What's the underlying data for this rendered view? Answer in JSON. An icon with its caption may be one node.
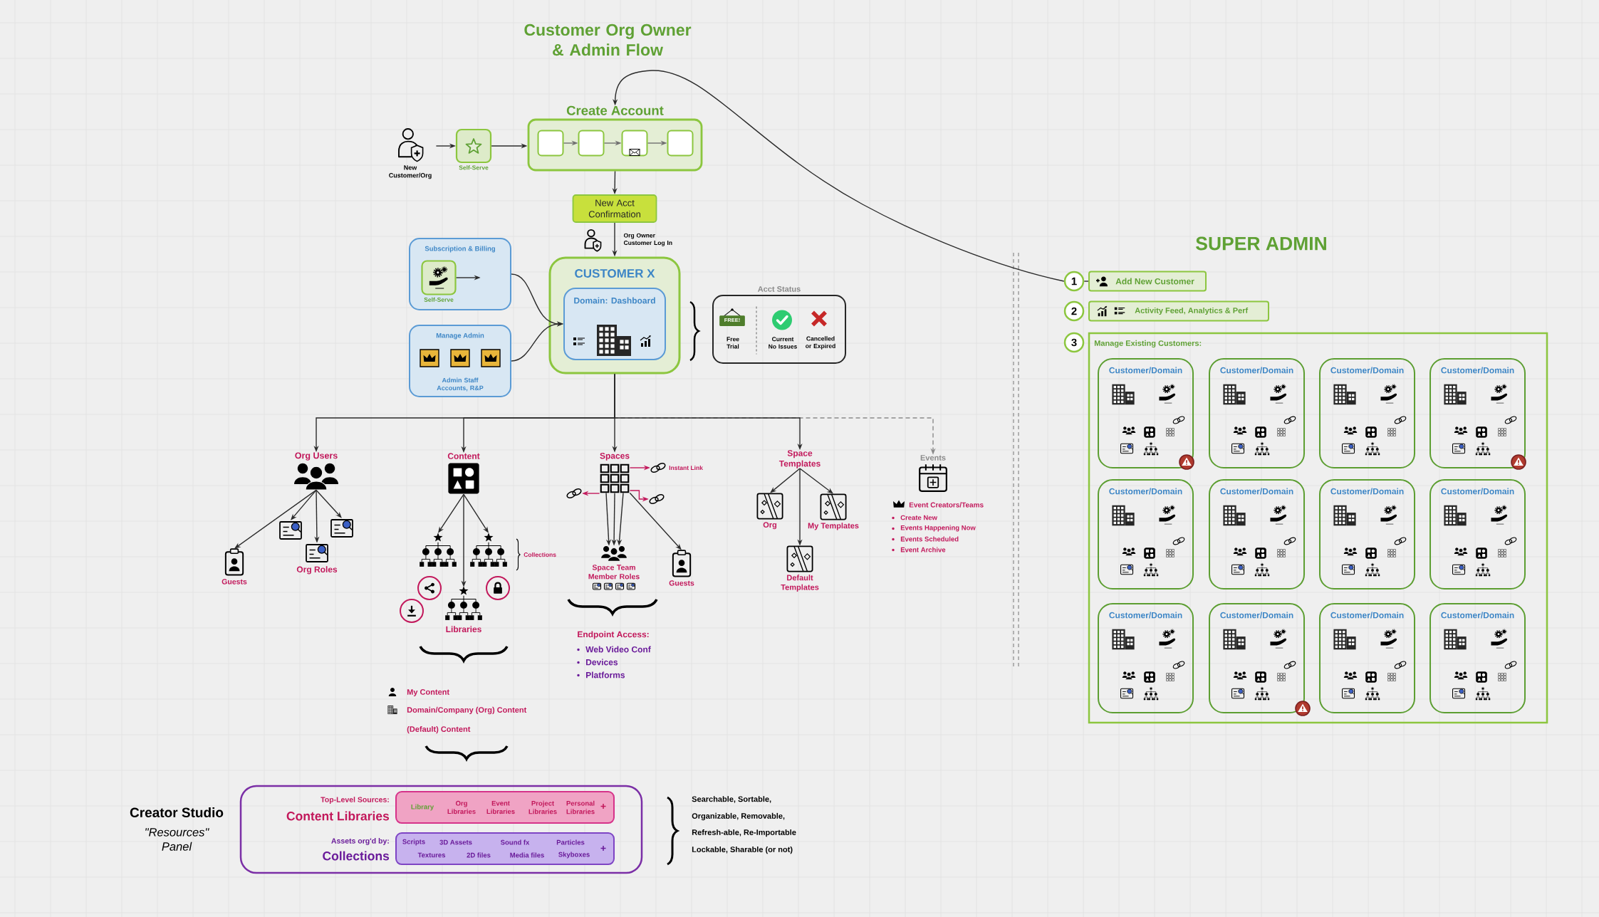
{
  "diagram": {
    "title": "Customer Org Owner & Admin Flow",
    "nodes": [
      {
        "text": [
          "New Customer/Org"
        ]
      },
      {
        "text": [
          "Self-Serve"
        ]
      },
      {
        "text": [
          "Create Account"
        ]
      },
      {
        "text": [],
        "shape": "box",
        "in": 2
      },
      {
        "text": [],
        "shape": "box",
        "in": 2
      },
      {
        "text": [],
        "shape": "box",
        "in": 2
      },
      {
        "text": [],
        "shape": "box",
        "in": 2
      },
      {
        "text": [
          "New Acct Confirmation"
        ]
      },
      {
        "text": [
          "CUSTOMER X"
        ]
      },
      {
        "text": [
          "Domain: Dashboard"
        ],
        "in": 8
      },
      {
        "text": [
          "Subscription & Billing"
        ]
      },
      {
        "text": [
          "Self-Serve"
        ],
        "in": 10
      },
      {
        "text": [
          "Manage Admin",
          "Admin Staff Accounts, R&P"
        ]
      },
      {
        "text": [
          "Acct Status",
          "Free Trial",
          "Current No Issues",
          "Cancelled or Expired"
        ]
      },
      {
        "text": [
          "Org Users"
        ]
      },
      {
        "text": [
          "Guests"
        ]
      },
      {
        "text": [],
        "shape": "picture"
      },
      {
        "text": [
          "Org Roles"
        ]
      },
      {
        "text": [],
        "shape": "picture"
      },
      {
        "text": [
          "Content"
        ]
      },
      {
        "text": [],
        "shape": "picture"
      },
      {
        "text": [],
        "shape": "picture"
      },
      {
        "text": [
          "Libraries"
        ]
      },
      {
        "text": [
          "Spaces"
        ]
      },
      {
        "text": [],
        "shape": "picture",
        "beside": [
          "Instant Link"
        ]
      },
      {
        "text": [],
        "shape": "picture"
      },
      {
        "text": [],
        "shape": "picture"
      },
      {
        "text": [
          "Space Team Member Roles"
        ]
      },
      {
        "text": [
          "Guests"
        ]
      },
      {
        "text": [
          "Space Templates"
        ]
      },
      {
        "text": [
          "Org"
        ]
      },
      {
        "text": [
          "My Templates"
        ]
      },
      {
        "text": [
          "Default Templates"
        ]
      },
      {
        "text": [
          "Events"
        ]
      },
      {
        "text": [
          "1"
        ]
      },
      {
        "text": [
          "Add New Customer"
        ]
      },
      {
        "text": [
          "2"
        ]
      },
      {
        "text": [
          "Activity Feed, Analytics & Perf"
        ]
      },
      {
        "text": [
          "3"
        ]
      },
      {
        "text": [
          "Manage Existing Customers:"
        ]
      },
      {
        "text": [
          "Customer/Domain"
        ],
        "in": 39
      },
      {
        "text": [
          "Customer/Domain"
        ],
        "in": 39
      },
      {
        "text": [
          "Customer/Domain"
        ],
        "in": 39
      },
      {
        "text": [
          "Customer/Domain"
        ],
        "in": 39
      },
      {
        "text": [
          "Customer/Domain"
        ],
        "in": 39
      },
      {
        "text": [
          "Customer/Domain"
        ],
        "in": 39
      },
      {
        "text": [
          "Customer/Domain"
        ],
        "in": 39
      },
      {
        "text": [
          "Customer/Domain"
        ],
        "in": 39
      },
      {
        "text": [
          "Customer/Domain"
        ],
        "in": 39
      },
      {
        "text": [
          "Customer/Domain"
        ],
        "in": 39
      },
      {
        "text": [
          "Customer/Domain"
        ],
        "in": 39
      },
      {
        "text": [
          "Customer/Domain"
        ],
        "in": 39
      },
      {
        "text": [
          "Top-Level Sources:",
          "Content Libraries",
          "Assets org'd by:",
          "Collections"
        ]
      },
      {
        "text": [
          "Library",
          "Org Libraries",
          "Event Libraries",
          "Project Libraries",
          "Personal Libraries",
          "+"
        ],
        "in": 52
      },
      {
        "text": [
          "Scripts",
          "3D Assets",
          "Sound fx",
          "Particles",
          "Textures",
          "2D files",
          "Media files",
          "Skyboxes",
          "+"
        ],
        "in": 52
      }
    ],
    "edges": [
      {
        "from": 0,
        "to": 1,
        "arrow": "to"
      },
      {
        "from": 1,
        "to": 2,
        "arrow": "to"
      },
      {
        "from": 3,
        "to": 4,
        "arrow": "to",
        "color": "#707070"
      },
      {
        "from": 4,
        "to": 5,
        "arrow": "to",
        "color": "#707070"
      },
      {
        "from": 5,
        "to": 6,
        "arrow": "to",
        "color": "#707070"
      },
      {
        "from": 2,
        "to": 7,
        "arrow": "to"
      },
      {
        "from": 7,
        "to": 8,
        "arrow": "to",
        "label": "Org Owner Customer Log In"
      },
      {
        "from": 11,
        "to": null,
        "arrow": "to"
      },
      {
        "from": 10,
        "to": 9,
        "arrow": "to"
      },
      {
        "from": 12,
        "to": 9,
        "arrow": "to"
      },
      {
        "from": 34,
        "to": 2,
        "arrow": "to"
      },
      {
        "from": 34,
        "to": 35,
        "arrow": "none"
      },
      {
        "from": 8,
        "to": 14,
        "arrow": "to"
      },
      {
        "from": 8,
        "to": 19,
        "arrow": "to"
      },
      {
        "from": 8,
        "to": 23,
        "arrow": "to"
      },
      {
        "from": 8,
        "to": 29,
        "arrow": "to"
      },
      {
        "from": 8,
        "to": 33,
        "arrow": "to",
        "style": "dashed",
        "color": "#8a8a8a"
      },
      {
        "from": 14,
        "to": 15,
        "arrow": "to"
      },
      {
        "from": 14,
        "to": 16,
        "arrow": "to"
      },
      {
        "from": 14,
        "to": 17,
        "arrow": "to"
      },
      {
        "from": 14,
        "to": 18,
        "arrow": "to"
      },
      {
        "from": 19,
        "to": 20,
        "arrow": "to"
      },
      {
        "from": 19,
        "to": 21,
        "arrow": "to"
      },
      {
        "from": 19,
        "to": 22,
        "arrow": "to"
      },
      {
        "from": 23,
        "to": 24,
        "arrow": "to",
        "color": "#c2185b"
      },
      {
        "from": 23,
        "to": 25,
        "arrow": "to",
        "color": "#c2185b"
      },
      {
        "from": 23,
        "to": 26,
        "arrow": "to",
        "color": "#c2185b"
      },
      {
        "from": 23,
        "to": 27,
        "arrow": "to"
      },
      {
        "from": 23,
        "to": 27,
        "arrow": "to"
      },
      {
        "from": 23,
        "to": 27,
        "arrow": "to"
      },
      {
        "from": 23,
        "to": 28,
        "arrow": "to"
      },
      {
        "from": 29,
        "to": 30,
        "arrow": "to"
      },
      {
        "from": 29,
        "to": 31,
        "arrow": "to"
      },
      {
        "from": 29,
        "to": 32,
        "arrow": "to"
      }
    ],
    "labels": [
      "FREE!",
      "SUPER ADMIN",
      "Collections",
      "Endpoint Access:",
      "Web Video Conf",
      "Devices",
      "Platforms",
      "Event Creators/Teams",
      "Create New",
      "Events Happening Now",
      "Events Scheduled",
      "Event Archive",
      "My Content",
      "Domain/Company (Org) Content",
      "(Default) Content",
      "Creator Studio",
      "\"Resources\" Panel",
      "Searchable, Sortable,",
      "Organizable, Removable,",
      "Refresh-able, Re-Importable",
      "Lockable, Sharable (or not)"
    ]
  }
}
